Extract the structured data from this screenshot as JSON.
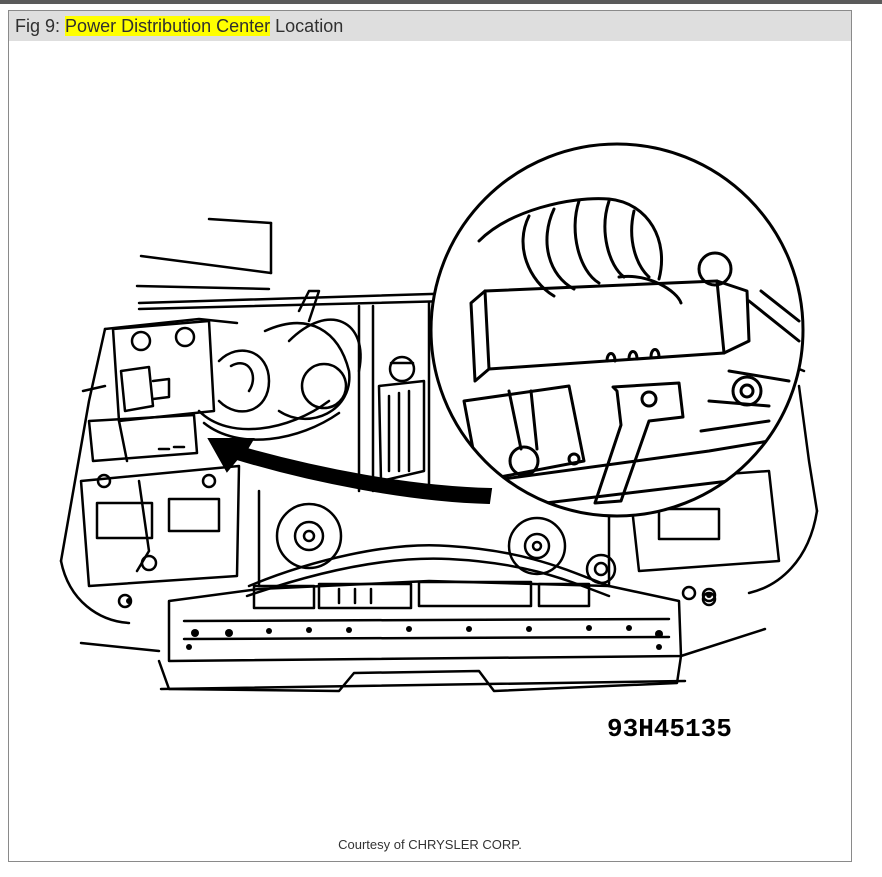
{
  "figure": {
    "label": "Fig 9:",
    "title_highlight": "Power Distribution Center",
    "title_rest": "Location",
    "highlight_color": "#ffff00",
    "part_number": "93H45135",
    "credit": "Courtesy of CHRYSLER CORP."
  }
}
